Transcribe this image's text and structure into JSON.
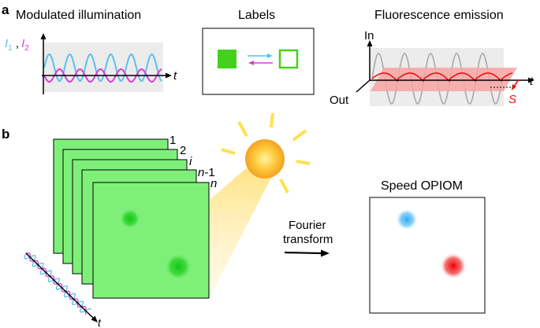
{
  "panel_a": {
    "letter": "a",
    "illumination": {
      "title": "Modulated illumination",
      "label_i1": "I",
      "sub_1": "1",
      "comma": " ,",
      "label_i2": "I",
      "sub_2": "2",
      "t_label": "t",
      "colors": {
        "i1": "#5bc0eb",
        "i2": "#d63fd3"
      }
    },
    "labels": {
      "title": "Labels",
      "colors": {
        "filled": "#44d11d",
        "outline": "#44d11d",
        "arrow_right": "#5bc0eb",
        "arrow_left": "#d63fd3"
      }
    },
    "emission": {
      "title": "Fluorescence emission",
      "in_label": "In",
      "out_label": "Out",
      "t_label": "t",
      "s_label": "S",
      "colors": {
        "in_phase": "#aaaaaa",
        "out_phase": "#ee1111",
        "plane": "#f7a5a5"
      }
    }
  },
  "panel_b": {
    "letter": "b",
    "frame_labels": [
      {
        "pre": "1",
        "ital": "",
        "post": ""
      },
      {
        "pre": "2",
        "ital": "",
        "post": ""
      },
      {
        "pre": "",
        "ital": "i",
        "post": ""
      },
      {
        "pre": "",
        "ital": "n",
        "post": "-1"
      },
      {
        "pre": "",
        "ital": "n",
        "post": ""
      }
    ],
    "t_label": "t",
    "fourier_line1": "Fourier",
    "fourier_line2": "transform",
    "result_title": "Speed OPIOM",
    "colors": {
      "frame": "#7ef07a",
      "spot": "#22cc22",
      "sun": "#ffc83a",
      "ray": "#ffe14a",
      "blue_spot": "#3cb0f0",
      "red_spot": "#ee1111"
    }
  }
}
